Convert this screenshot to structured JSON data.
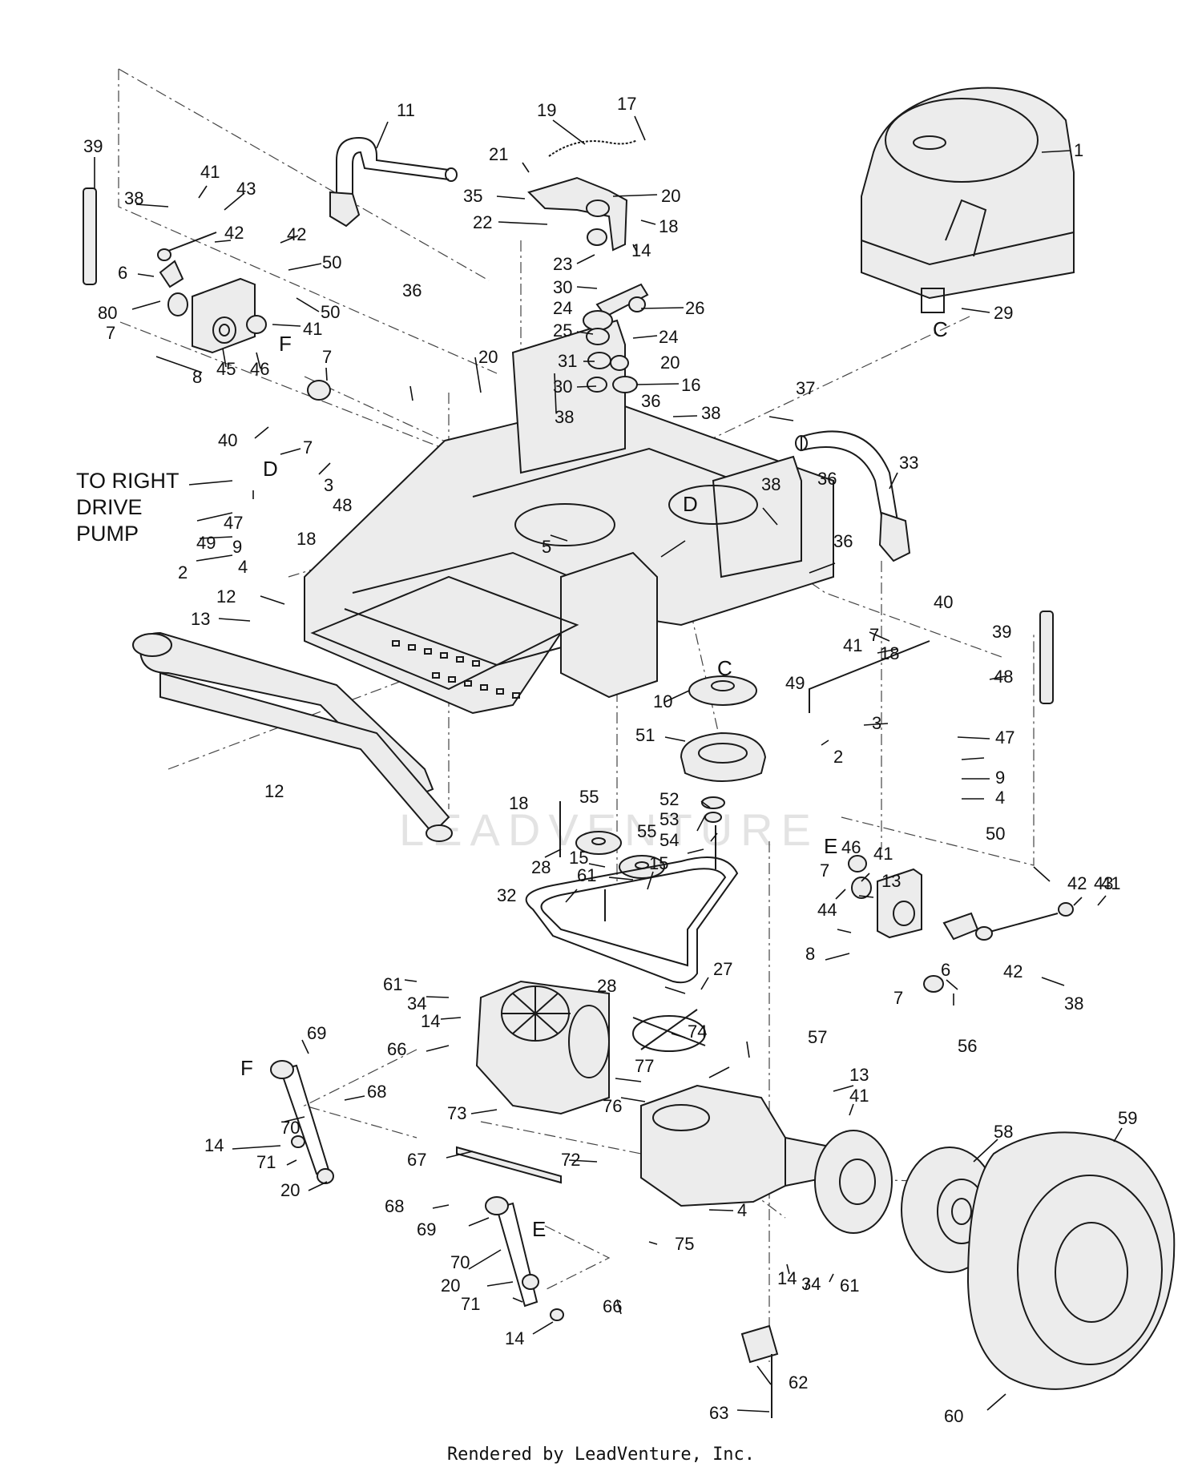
{
  "note": {
    "line1": "TO RIGHT",
    "line2": "DRIVE",
    "line3": "PUMP"
  },
  "footer": "Rendered by LeadVenture, Inc.",
  "watermark": "LEADVENTURE",
  "letters": [
    {
      "t": "C"
    },
    {
      "t": "C"
    },
    {
      "t": "D"
    },
    {
      "t": "D"
    },
    {
      "t": "E"
    },
    {
      "t": "E"
    },
    {
      "t": "F"
    },
    {
      "t": "F"
    }
  ],
  "callouts": [
    "1",
    "11",
    "17",
    "19",
    "21",
    "35",
    "20",
    "18",
    "14",
    "22",
    "23",
    "30",
    "24",
    "26",
    "25",
    "24",
    "31",
    "20",
    "30",
    "16",
    "29",
    "39",
    "38",
    "41",
    "43",
    "42",
    "42",
    "50",
    "6",
    "80",
    "7",
    "50",
    "41",
    "45",
    "46",
    "8",
    "36",
    "7",
    "20",
    "38",
    "36",
    "38",
    "37",
    "33",
    "40",
    "7",
    "3",
    "48",
    "47",
    "18",
    "9",
    "49",
    "2",
    "4",
    "12",
    "13",
    "5",
    "38",
    "36",
    "36",
    "41",
    "40",
    "39",
    "7",
    "18",
    "48",
    "49",
    "47",
    "2",
    "3",
    "9",
    "4",
    "10",
    "51",
    "55",
    "55",
    "52",
    "53",
    "54",
    "28",
    "15",
    "61",
    "15",
    "32",
    "13",
    "12",
    "18",
    "46",
    "41",
    "50",
    "7",
    "44",
    "8",
    "42",
    "43",
    "41",
    "6",
    "42",
    "38",
    "7",
    "56",
    "61",
    "34",
    "14",
    "28",
    "27",
    "66",
    "74",
    "57",
    "77",
    "76",
    "73",
    "69",
    "68",
    "70",
    "14",
    "71",
    "20",
    "67",
    "72",
    "13",
    "41",
    "68",
    "69",
    "70",
    "20",
    "71",
    "14",
    "66",
    "75",
    "4",
    "14",
    "34",
    "61",
    "62",
    "63",
    "58",
    "59",
    "60"
  ]
}
